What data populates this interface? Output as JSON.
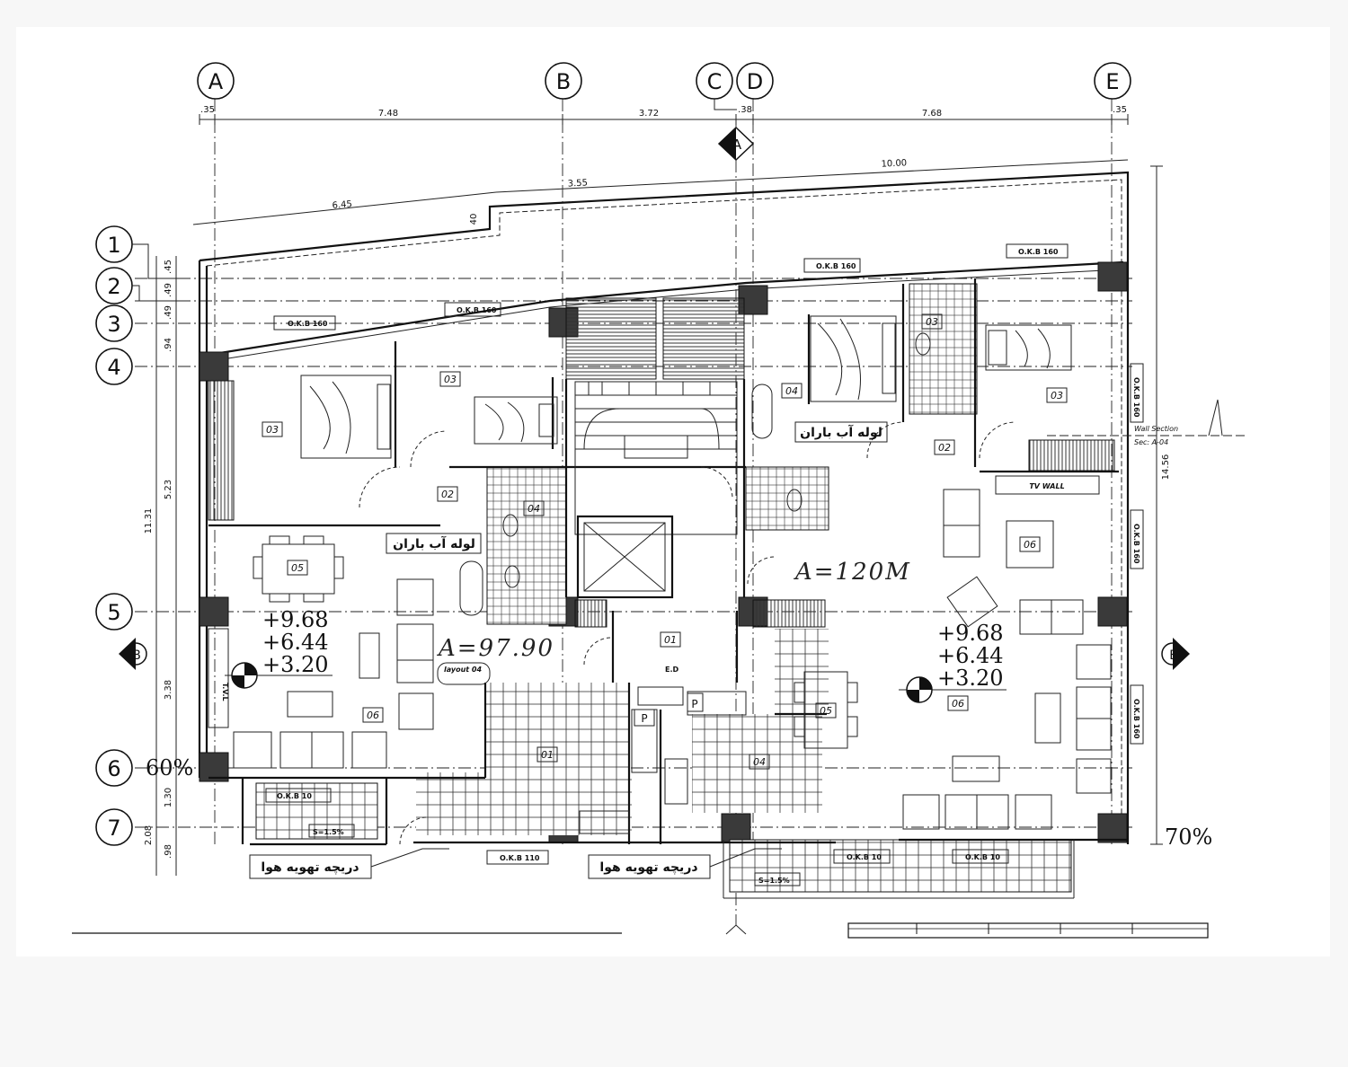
{
  "grid_columns": [
    {
      "label": "A"
    },
    {
      "label": "B"
    },
    {
      "label": "C"
    },
    {
      "label": "D"
    },
    {
      "label": "E"
    }
  ],
  "grid_rows": [
    {
      "label": "1"
    },
    {
      "label": "2"
    },
    {
      "label": "3"
    },
    {
      "label": "4"
    },
    {
      "label": "5"
    },
    {
      "label": "6"
    },
    {
      "label": "7"
    }
  ],
  "top_dimensions": [
    ".35",
    "7.48",
    "3.72",
    ".38",
    "7.68",
    ".35"
  ],
  "upper_dimensions": [
    "6.45",
    "3.55",
    "10.00",
    "40"
  ],
  "left_dimensions": [
    ".45",
    ".49",
    ".49",
    ".94",
    "5.23",
    "3.38",
    "1.30",
    "2.08",
    ".98"
  ],
  "left_total": "11.31",
  "right_total": "14.56",
  "section_marks": {
    "a": "A",
    "b": "B"
  },
  "area_labels": {
    "left_unit": "A=97.90",
    "right_unit": "A=120M"
  },
  "levels": {
    "left": [
      "+9.68",
      "+6.44",
      "+3.20"
    ],
    "right": [
      "+9.68",
      "+6.44",
      "+3.20"
    ]
  },
  "percent_labels": {
    "left": "60%",
    "right": "70%"
  },
  "persian": {
    "rain_pipe": "لوله آب باران",
    "air_vent": "دریچه تهویه هوا"
  },
  "tags": {
    "okb160": "O.K.B 160",
    "okb110": "O.K.B 110",
    "okb10": "O.K.B 10",
    "tv_wall": "TV WALL",
    "ed": "E.D",
    "slope": "S=1.5%",
    "parking": "P",
    "wall_section": "Wall Section",
    "wall_section_sub": "Sec: A-04",
    "layout": "layout 04",
    "tvl": "T.V.L"
  },
  "room_codes": [
    "03",
    "03",
    "02",
    "05",
    "06",
    "04",
    "01",
    "03",
    "04",
    "02",
    "06",
    "03",
    "05",
    "06",
    "04",
    "01"
  ]
}
